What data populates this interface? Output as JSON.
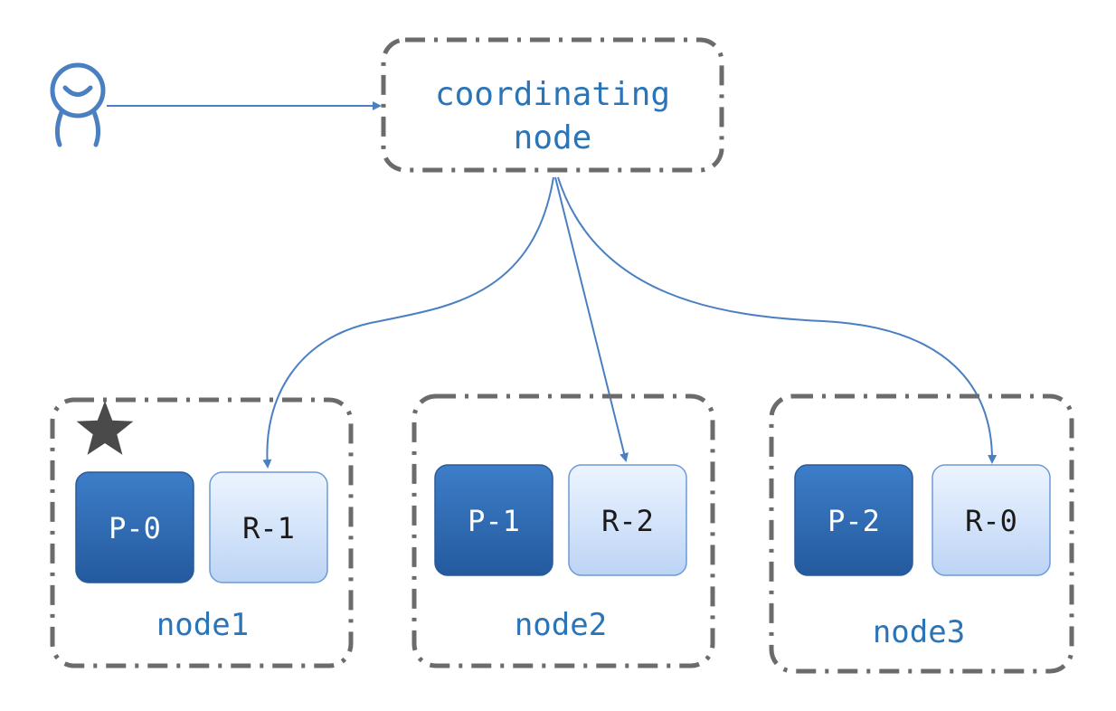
{
  "coordinator": {
    "label_line1": "coordinating",
    "label_line2": "node"
  },
  "icons": {
    "client": "user-icon",
    "master": "star-icon"
  },
  "nodes": [
    {
      "label": "node1",
      "is_master": true,
      "primary": "P-0",
      "replica": "R-1"
    },
    {
      "label": "node2",
      "is_master": false,
      "primary": "P-1",
      "replica": "R-2"
    },
    {
      "label": "node3",
      "is_master": false,
      "primary": "P-2",
      "replica": "R-0"
    }
  ],
  "colors": {
    "accent": "#4a7fc1",
    "label_text": "#2a74b8",
    "border": "#6b6b6b",
    "primary_fill_top": "#3d7dc8",
    "primary_fill_bottom": "#245a9e",
    "replica_fill_top": "#edf4ff",
    "replica_fill_bottom": "#bcd4f5",
    "star": "#4a4a4a"
  }
}
